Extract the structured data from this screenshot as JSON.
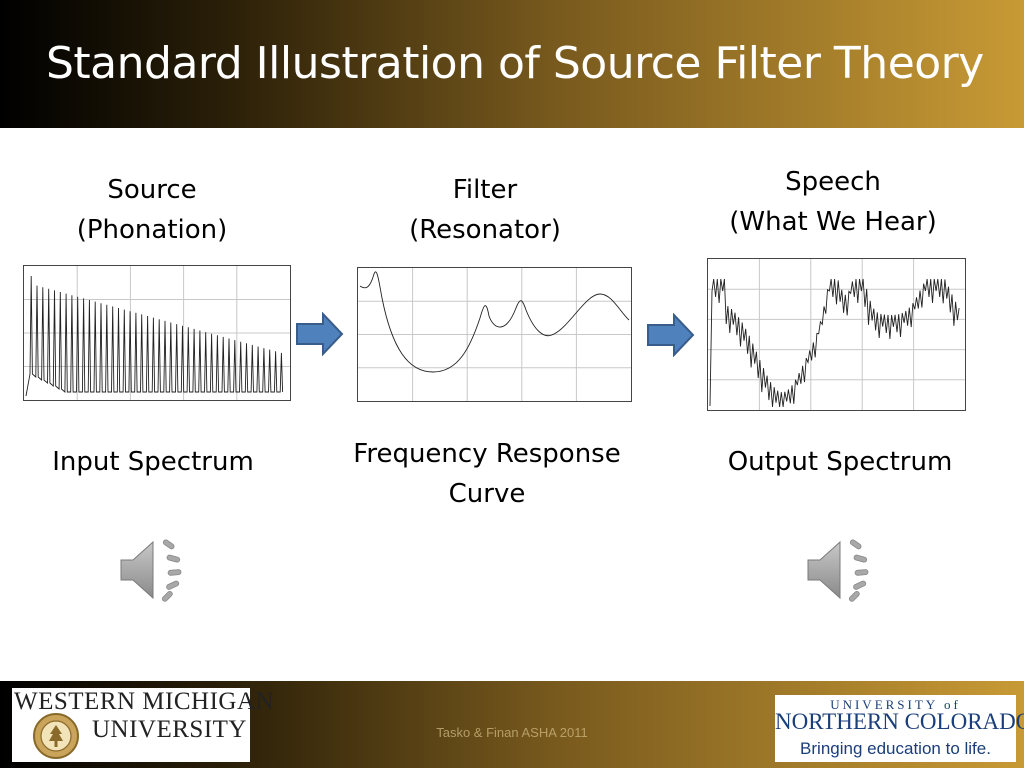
{
  "slide": {
    "title": "Standard Illustration of Source Filter Theory"
  },
  "columns": [
    {
      "label_line1": "Source",
      "label_line2": "(Phonation)",
      "caption_line1": "Input Spectrum",
      "caption_line2": ""
    },
    {
      "label_line1": "Filter",
      "label_line2": "(Resonator)",
      "caption_line1": "Frequency Response",
      "caption_line2": "Curve"
    },
    {
      "label_line1": "Speech",
      "label_line2": "(What We Hear)",
      "caption_line1": "Output Spectrum",
      "caption_line2": ""
    }
  ],
  "icons": {
    "arrow": "right-arrow-icon",
    "speaker": "speaker-icon"
  },
  "colors": {
    "header_dark": "#000000",
    "header_gold": "#c89a35",
    "arrow_fill": "#4f81bd",
    "arrow_stroke": "#385d8a",
    "speaker_gray": "#9a9a9a"
  },
  "footer": {
    "credit": "Tasko & Finan ASHA 2011",
    "left_logo": {
      "line1": "WESTERN MICHIGAN",
      "line2": "UNIVERSITY"
    },
    "right_logo": {
      "line1": "UNIVERSITY of",
      "line2": "NORTHERN COLORADO",
      "line3": "Bringing education to life."
    }
  }
}
